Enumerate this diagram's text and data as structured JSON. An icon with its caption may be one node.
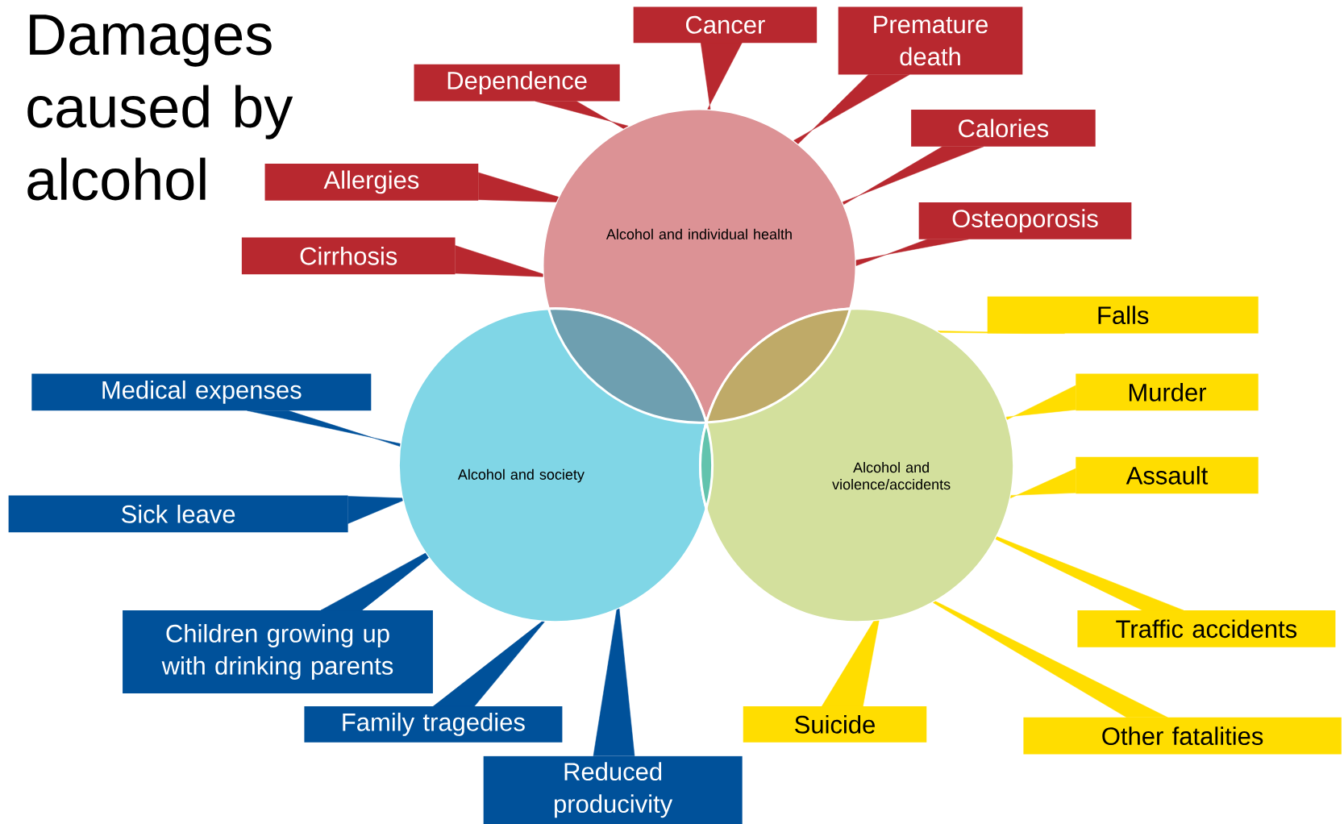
{
  "diagram": {
    "title": "Damages caused by alcohol",
    "nodes": [
      {
        "text": [
          "Alcohol and individual health"
        ]
      },
      {
        "text": [
          "Alcohol and society"
        ]
      },
      {
        "text": [
          "Alcohol and violence/accidents"
        ]
      },
      {
        "text": [
          "Cancer"
        ]
      },
      {
        "text": [
          "Premature death"
        ]
      },
      {
        "text": [
          "Dependence"
        ]
      },
      {
        "text": [
          "Calories"
        ]
      },
      {
        "text": [
          "Allergies"
        ]
      },
      {
        "text": [
          "Osteoporosis"
        ]
      },
      {
        "text": [
          "Cirrhosis"
        ]
      },
      {
        "text": [
          "Falls"
        ]
      },
      {
        "text": [
          "Medical expenses"
        ]
      },
      {
        "text": [
          "Murder"
        ]
      },
      {
        "text": [
          "Assault"
        ]
      },
      {
        "text": [
          "Sick leave"
        ]
      },
      {
        "text": [
          "Children growing up with drinking parents"
        ]
      },
      {
        "text": [
          "Traffic accidents"
        ]
      },
      {
        "text": [
          "Family tragedies"
        ]
      },
      {
        "text": [
          "Suicide"
        ]
      },
      {
        "text": [
          "Other fatalities"
        ]
      },
      {
        "text": [
          "Reduced producivity"
        ]
      }
    ],
    "edges": [
      {
        "from": 3,
        "to": 0,
        "arrow": "none"
      },
      {
        "from": 4,
        "to": 0,
        "arrow": "none"
      },
      {
        "from": 5,
        "to": 0,
        "arrow": "none"
      },
      {
        "from": 6,
        "to": 0,
        "arrow": "none"
      },
      {
        "from": 7,
        "to": 0,
        "arrow": "none"
      },
      {
        "from": 8,
        "to": 0,
        "arrow": "none"
      },
      {
        "from": 9,
        "to": 0,
        "arrow": "none"
      },
      {
        "from": 10,
        "to": 2,
        "arrow": "none",
        "color": "#ffdd00"
      },
      {
        "from": 11,
        "to": 1,
        "arrow": "none",
        "color": "#00519a"
      },
      {
        "from": 12,
        "to": 2,
        "arrow": "none",
        "color": "#ffdd00"
      },
      {
        "from": 13,
        "to": 2,
        "arrow": "none",
        "color": "#ffdd00"
      },
      {
        "from": 14,
        "to": 1,
        "arrow": "none",
        "color": "#00519a"
      },
      {
        "from": 15,
        "to": 1,
        "arrow": "none",
        "color": "#00519a"
      },
      {
        "from": 16,
        "to": 2,
        "arrow": "none",
        "color": "#ffdd00"
      },
      {
        "from": 17,
        "to": 1,
        "arrow": "none",
        "color": "#00519a"
      },
      {
        "from": 18,
        "to": 2,
        "arrow": "none",
        "color": "#ffdd00"
      },
      {
        "from": 19,
        "to": 2,
        "arrow": "none",
        "color": "#ffdd00"
      },
      {
        "from": 20,
        "to": 1,
        "arrow": "none",
        "color": "#00519a"
      }
    ]
  }
}
